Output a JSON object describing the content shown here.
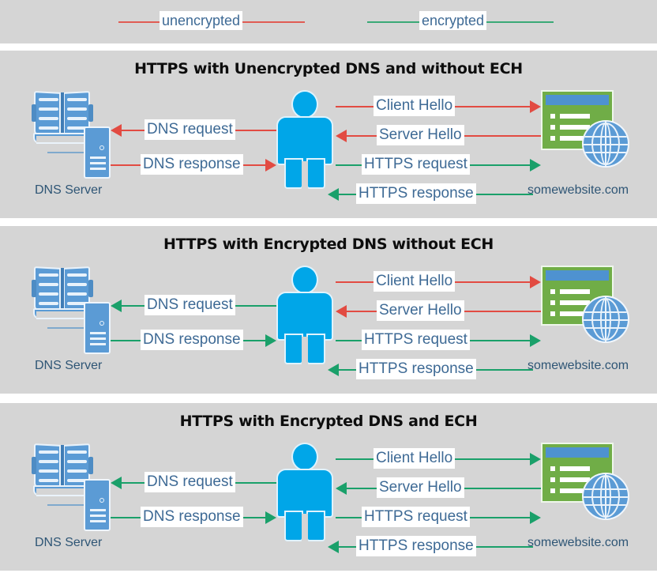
{
  "legend": {
    "items": [
      {
        "label": "unencrypted",
        "color": "#e24b42",
        "state": "unencrypted"
      },
      {
        "label": "encrypted",
        "color": "#1aa06a",
        "state": "encrypted"
      }
    ]
  },
  "colors": {
    "unencrypted": "#e24b42",
    "encrypted": "#1aa06a",
    "panel_background": "#d5d5d5",
    "page_background": "#ffffff",
    "label_text": "#3e6a95",
    "node_text": "#2e5575",
    "title_text": "#0d0d0d",
    "person": "#00a6e8",
    "server_blue": "#5b9bd5",
    "website_green": "#70ad47"
  },
  "nodes": {
    "dns_server_label": "DNS Server",
    "website_label": "somewebsite.com",
    "user_icon": "person-icon"
  },
  "panels": [
    {
      "id": "panel-unencrypted-dns-no-ech",
      "title": "HTTPS with Unencrypted DNS and without ECH",
      "dns_flows": [
        {
          "label": "DNS request",
          "direction": "left",
          "state": "unencrypted"
        },
        {
          "label": "DNS response",
          "direction": "right",
          "state": "unencrypted"
        }
      ],
      "web_flows": [
        {
          "label": "Client Hello",
          "direction": "right",
          "state": "unencrypted"
        },
        {
          "label": "Server Hello",
          "direction": "left",
          "state": "unencrypted"
        },
        {
          "label": "HTTPS request",
          "direction": "right",
          "state": "encrypted"
        },
        {
          "label": "HTTPS response",
          "direction": "left",
          "state": "encrypted"
        }
      ]
    },
    {
      "id": "panel-encrypted-dns-no-ech",
      "title": "HTTPS with Encrypted DNS without ECH",
      "dns_flows": [
        {
          "label": "DNS request",
          "direction": "left",
          "state": "encrypted"
        },
        {
          "label": "DNS response",
          "direction": "right",
          "state": "encrypted"
        }
      ],
      "web_flows": [
        {
          "label": "Client Hello",
          "direction": "right",
          "state": "unencrypted"
        },
        {
          "label": "Server Hello",
          "direction": "left",
          "state": "unencrypted"
        },
        {
          "label": "HTTPS request",
          "direction": "right",
          "state": "encrypted"
        },
        {
          "label": "HTTPS response",
          "direction": "left",
          "state": "encrypted"
        }
      ]
    },
    {
      "id": "panel-encrypted-dns-and-ech",
      "title": "HTTPS with Encrypted DNS and ECH",
      "dns_flows": [
        {
          "label": "DNS request",
          "direction": "left",
          "state": "encrypted"
        },
        {
          "label": "DNS response",
          "direction": "right",
          "state": "encrypted"
        }
      ],
      "web_flows": [
        {
          "label": "Client Hello",
          "direction": "right",
          "state": "encrypted"
        },
        {
          "label": "Server Hello",
          "direction": "left",
          "state": "encrypted"
        },
        {
          "label": "HTTPS request",
          "direction": "right",
          "state": "encrypted"
        },
        {
          "label": "HTTPS response",
          "direction": "left",
          "state": "encrypted"
        }
      ]
    }
  ]
}
